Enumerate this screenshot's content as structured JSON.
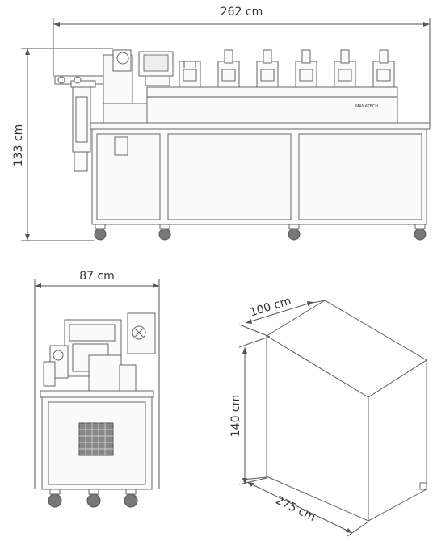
{
  "drawing": {
    "front_view": {
      "width_label": "262 cm",
      "height_label": "133 cm"
    },
    "side_view": {
      "width_label": "87 cm"
    },
    "package": {
      "depth_label": "100 cm",
      "height_label": "140 cm",
      "width_label": "275 cm"
    },
    "brand_text": "MANATECH"
  },
  "colors": {
    "line": "#555555",
    "panel": "#fafafa",
    "text": "#333333"
  }
}
